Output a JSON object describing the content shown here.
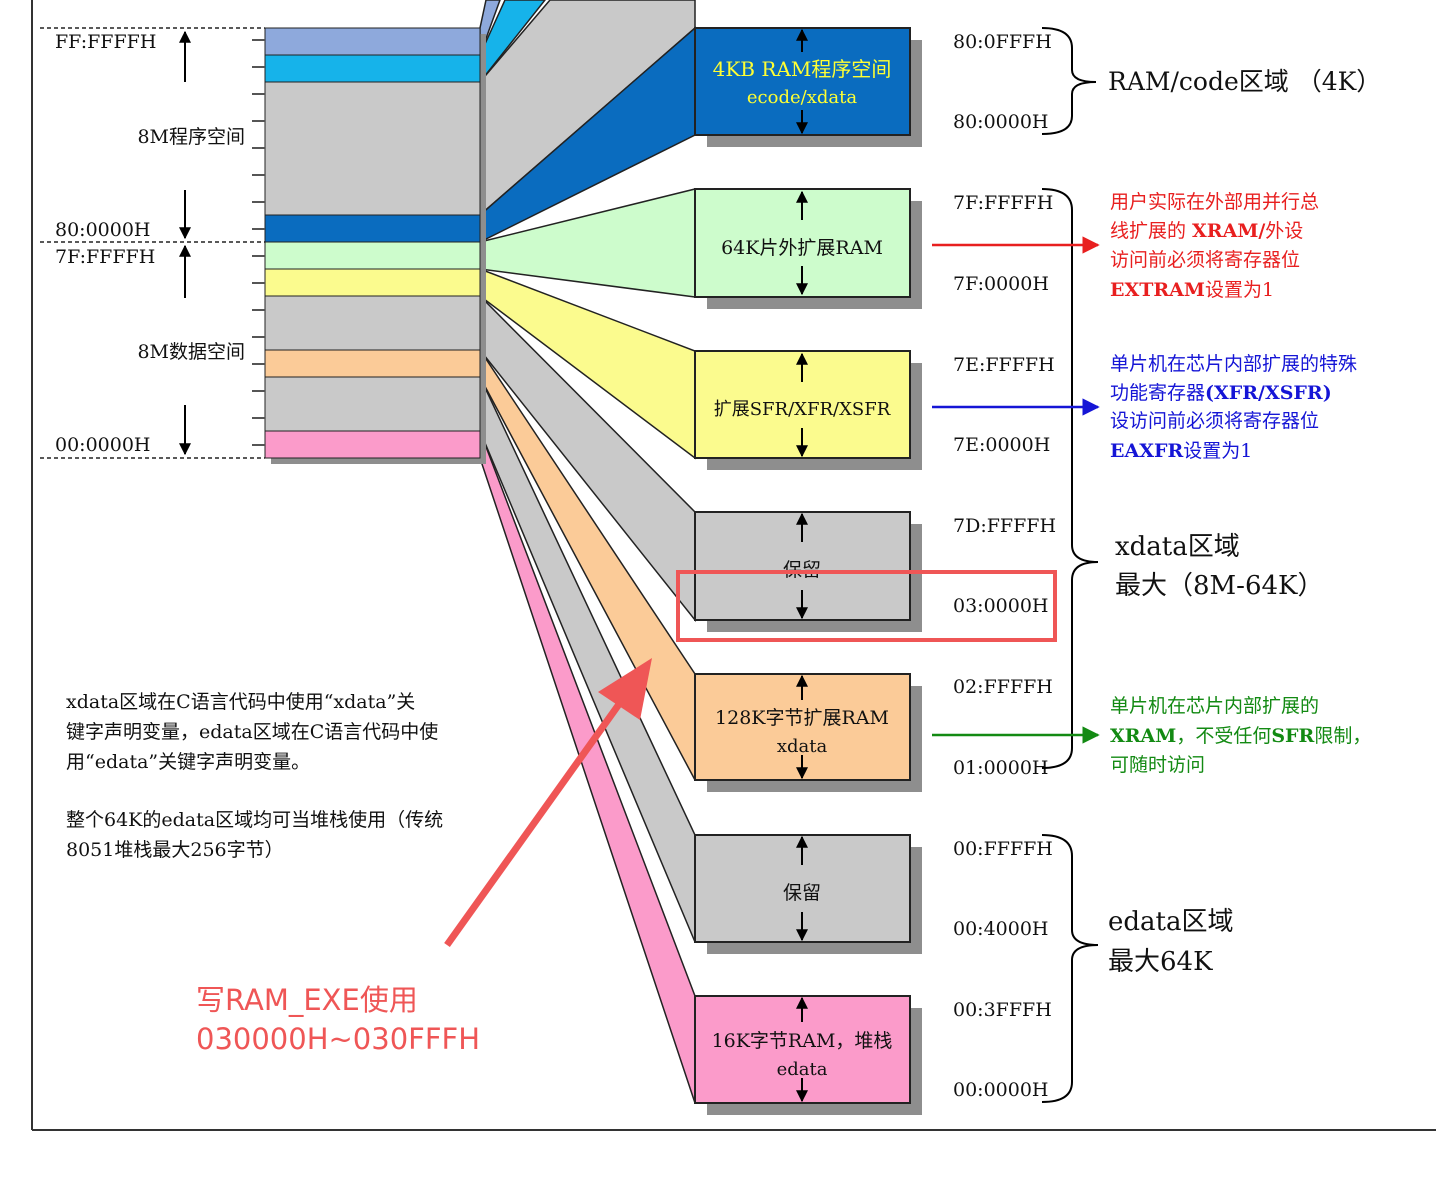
{
  "colors": {
    "lightblue": "#8ea9dc",
    "cyan": "#16b3ea",
    "darkblue": "#0a6cbf",
    "gray": "#c9c9c9",
    "green": "#cdfccc",
    "yellow": "#fbfb8e",
    "orange": "#fbcb98",
    "pink": "#fb9bca",
    "red": "#e81f1f",
    "blue": "#1515d6",
    "darkgreen": "#138a13",
    "annot": "#ef5656"
  },
  "left_labels": {
    "ff": "FF:FFFFH",
    "prog": "8M程序空间",
    "a80": "80:0000H",
    "a7f": "7F:FFFFH",
    "data": "8M数据空间",
    "a00": "00:0000H"
  },
  "blocks": [
    {
      "id": "ram-code",
      "l1": "4KB RAM程序空间",
      "l2": "ecode/xdata",
      "top_addr": "80:0FFFH",
      "bot_addr": "80:0000H"
    },
    {
      "id": "ext-ram",
      "l1": "64K片外扩展RAM",
      "l2": "",
      "top_addr": "7F:FFFFH",
      "bot_addr": "7F:0000H"
    },
    {
      "id": "xsfr",
      "l1": "扩展SFR/XFR/XSFR",
      "l2": "",
      "top_addr": "7E:FFFFH",
      "bot_addr": "7E:0000H"
    },
    {
      "id": "reserved-1",
      "l1": "保留",
      "l2": "",
      "top_addr": "7D:FFFFH",
      "bot_addr": "03:0000H"
    },
    {
      "id": "xram-128k",
      "l1": "128K字节扩展RAM",
      "l2": "xdata",
      "top_addr": "02:FFFFH",
      "bot_addr": "01:0000H"
    },
    {
      "id": "reserved-2",
      "l1": "保留",
      "l2": "",
      "top_addr": "00:FFFFH",
      "bot_addr": "00:4000H"
    },
    {
      "id": "edata-16k",
      "l1": "16K字节RAM，堆栈",
      "l2": "edata",
      "top_addr": "00:3FFFH",
      "bot_addr": "00:0000H"
    }
  ],
  "regions": {
    "ram_code": "RAM/code区域 （4K）",
    "xdata_1": "xdata区域",
    "xdata_2": "最大（8M-64K）",
    "edata_1": "edata区域",
    "edata_2": "最大64K"
  },
  "notes": {
    "red": [
      {
        "pre": "用户实际在外部用并行总",
        "b": "",
        "post": ""
      },
      {
        "pre": "线扩展的 ",
        "b": "XRAM/",
        "post": "外设"
      },
      {
        "pre": "访问前必须将寄存器位",
        "b": "",
        "post": ""
      },
      {
        "pre": "",
        "b": "EXTRAM",
        "post": "设置为1"
      }
    ],
    "blue": [
      {
        "pre": "单片机在芯片内部扩展的特殊",
        "b": "",
        "post": ""
      },
      {
        "pre": "功能寄存器",
        "b": "(XFR/XSFR)",
        "post": ""
      },
      {
        "pre": "设访问前必须将寄存器位",
        "b": "",
        "post": ""
      },
      {
        "pre": "",
        "b": "EAXFR",
        "post": "设置为1"
      }
    ],
    "green": [
      {
        "pre": "单片机在芯片内部扩展的",
        "b": "",
        "post": ""
      },
      {
        "pre": "",
        "b": "XRAM",
        "post": "，不受任何"
      },
      {
        "pre": "",
        "b": "SFR",
        "post": "限制，"
      },
      {
        "pre": "可随时访问",
        "b": "",
        "post": ""
      }
    ]
  },
  "description": [
    "xdata区域在C语言代码中使用“xdata”关",
    "键字声明变量，edata区域在C语言代码中使",
    "用“edata”关键字声明变量。",
    "",
    "整个64K的edata区域均可当堆栈使用（传统",
    "8051堆栈最大256字节）"
  ],
  "annotation": {
    "line1": "写RAM_EXE使用",
    "line2": "030000H~030FFFH"
  }
}
